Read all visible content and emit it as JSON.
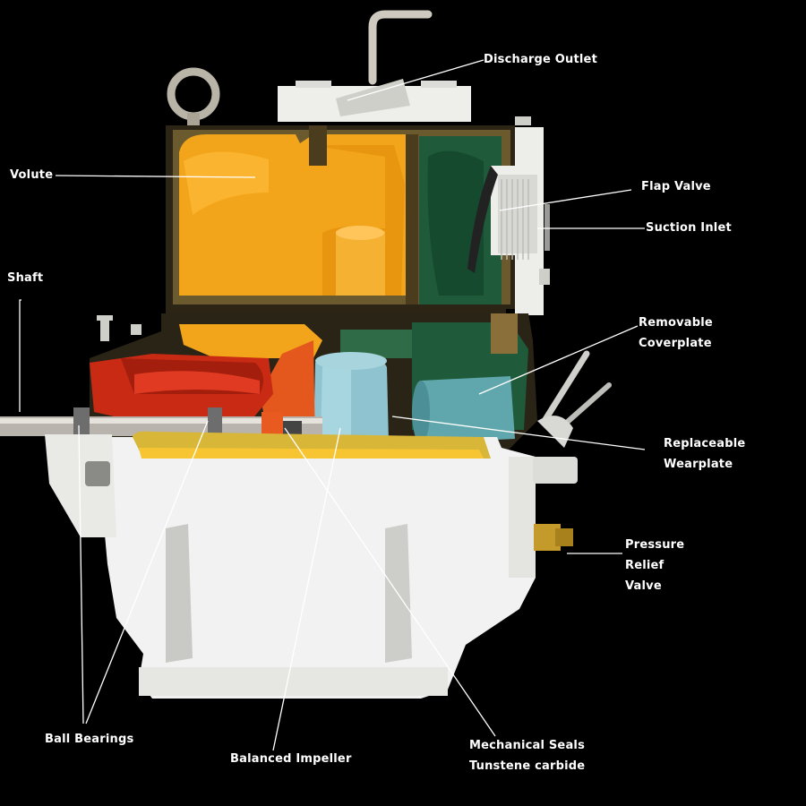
{
  "labels": {
    "discharge_outlet": "Discharge Outlet",
    "volute": "Volute",
    "flap_valve": "Flap Valve",
    "suction_inlet": "Suction Inlet",
    "shaft": "Shaft",
    "removable_coverplate": "Removable\nCoverplate",
    "replaceable_wearplate": "Replaceable\nWearplate",
    "pressure_relief_valve": "Pressure\nRelief\nValve",
    "ball_bearings": "Ball Bearings",
    "balanced_impeller": "Balanced Impeller",
    "mechanical_seals": "Mechanical Seals\nTunstene carbide"
  },
  "colors": {
    "background": "#000000",
    "volute_interior": "#f2a51a",
    "casing_bronze": "#6b5a2e",
    "suction_chamber": "#1f5a3a",
    "impeller": "#8fc3d0",
    "bearing_housing": "#c92a14",
    "body_paint": "#f2f2f2",
    "label_text": "#ffffff"
  }
}
